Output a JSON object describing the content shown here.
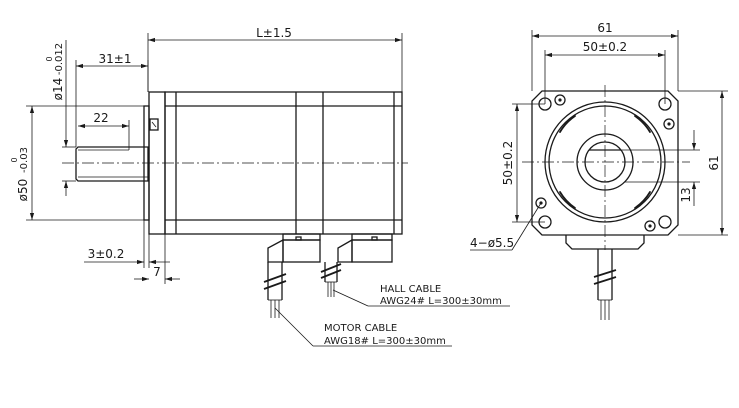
{
  "side_view": {
    "length_label": "L±1.5",
    "shaft_diameter_label": "ø14",
    "shaft_tol_upper": "0",
    "shaft_tol_lower": "-0.012",
    "shaft_length_label": "31±1",
    "key_length_label": "22",
    "pilot_diameter_label": "ø50",
    "pilot_tol_upper": "0",
    "pilot_tol_lower": "-0.03",
    "pilot_height_label": "3±0.2",
    "flange_thickness_label": "7"
  },
  "front_view": {
    "width_label": "61",
    "hole_spacing_h_label": "50±0.2",
    "hole_spacing_v_label": "50±0.2",
    "height_label": "61",
    "key_depth_label": "13",
    "hole_label": "4−ø5.5"
  },
  "cables": {
    "hall_title": "HALL CABLE",
    "hall_spec": "AWG24#  L=300±30mm",
    "motor_title": "MOTOR CABLE",
    "motor_spec": "AWG18#  L=300±30mm"
  }
}
